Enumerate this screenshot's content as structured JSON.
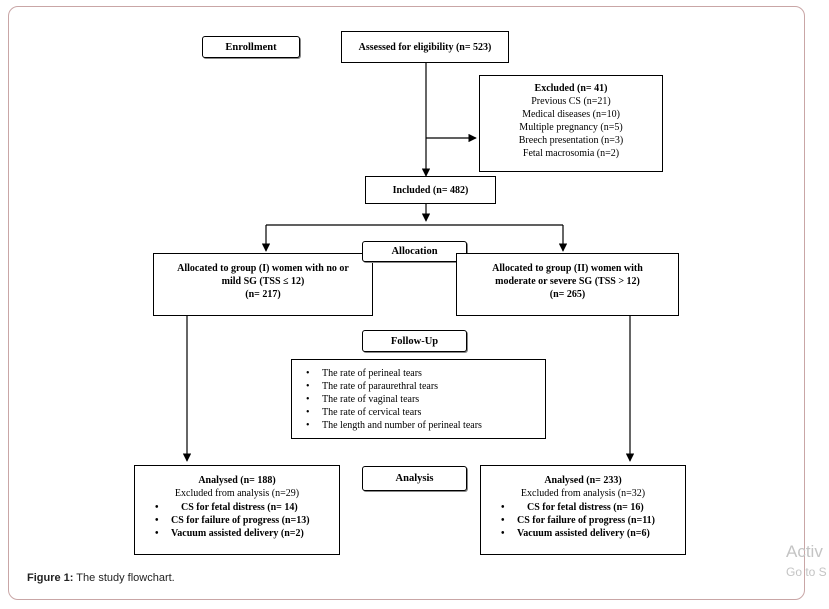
{
  "enrollment_label": "Enrollment",
  "assessed": "Assessed for eligibility (n= 523)",
  "excluded": {
    "title": "Excluded (n= 41)",
    "items": [
      "Previous CS (n=21)",
      "Medical diseases (n=10)",
      "Multiple pregnancy (n=5)",
      "Breech presentation (n=3)",
      "Fetal macrosomia (n=2)"
    ]
  },
  "included": "Included (n= 482)",
  "allocation_label": "Allocation",
  "group1": {
    "line1": "Allocated to group (I) women with no or",
    "line2": "mild SG (TSS ≤ 12)",
    "line3": "(n= 217)"
  },
  "group2": {
    "line1": "Allocated to group (II) women with",
    "line2": "moderate or severe SG (TSS > 12)",
    "line3": "(n= 265)"
  },
  "followup_label": "Follow-Up",
  "followup_items": [
    "The rate  of perineal tears",
    "The rate of paraurethral tears",
    "The rate of vaginal tears",
    "The rate of cervical tears",
    "The length and number of perineal tears"
  ],
  "analysis_label": "Analysis",
  "analysed1": {
    "title": "Analysed (n= 188)",
    "excluded": "Excluded from analysis (n=29)",
    "items": [
      "CS for fetal distress (n= 14)",
      "CS for failure of progress (n=13)",
      "Vacuum assisted delivery (n=2)"
    ]
  },
  "analysed2": {
    "title": "Analysed (n= 233)",
    "excluded": "Excluded from analysis (n=32)",
    "items": [
      "CS for fetal distress (n= 16)",
      "CS for failure of progress (n=11)",
      "Vacuum assisted delivery (n=6)"
    ]
  },
  "caption": {
    "label": "Figure 1:",
    "text": " The study flowchart."
  },
  "watermark": {
    "line1": "Activ",
    "line2": "Go to S"
  }
}
